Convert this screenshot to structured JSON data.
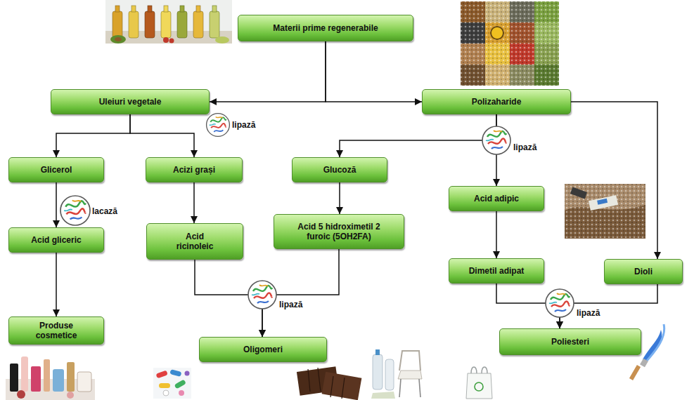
{
  "diagram": {
    "nodes": [
      {
        "text": [
          "Materii prime regenerabile"
        ]
      },
      {
        "text": [
          "Uleiuri vegetale"
        ]
      },
      {
        "text": [
          "Polizaharide"
        ]
      },
      {
        "text": [
          "Glicerol"
        ]
      },
      {
        "text": [
          "Acizi grași"
        ]
      },
      {
        "text": [
          "Glucoză"
        ]
      },
      {
        "text": [
          "Acid adipic"
        ]
      },
      {
        "text": [
          "Acid 5 hidroximetil 2 furoic (5OH2FA)"
        ]
      },
      {
        "text": [
          "Dimetil adipat"
        ]
      },
      {
        "text": [
          "Dioli"
        ]
      },
      {
        "text": [
          "Acid gliceric"
        ]
      },
      {
        "text": [
          "Acid ricinoleic"
        ]
      },
      {
        "text": [
          "Produse cosmetice"
        ]
      },
      {
        "text": [
          "Oligomeri"
        ]
      },
      {
        "text": [
          "Poliesteri"
        ]
      }
    ],
    "edges": [
      {
        "from": 0,
        "to": 1,
        "arrow": "to"
      },
      {
        "from": 0,
        "to": 2,
        "arrow": "to"
      },
      {
        "from": 1,
        "to": 3,
        "arrow": "to"
      },
      {
        "from": 1,
        "to": 4,
        "arrow": "to"
      },
      {
        "from": 2,
        "to": 5,
        "arrow": "to"
      },
      {
        "from": 2,
        "to": 6,
        "arrow": "to"
      },
      {
        "from": 2,
        "to": 9,
        "arrow": "to"
      },
      {
        "from": 3,
        "to": 10,
        "arrow": "to"
      },
      {
        "from": 10,
        "to": 12,
        "arrow": "to"
      },
      {
        "from": 4,
        "to": 11,
        "arrow": "to"
      },
      {
        "from": 5,
        "to": 7,
        "arrow": "to"
      },
      {
        "from": 6,
        "to": 8,
        "arrow": "to"
      },
      {
        "from": 11,
        "to": 13,
        "arrow": "to"
      },
      {
        "from": 7,
        "to": 13,
        "arrow": "to"
      },
      {
        "from": 8,
        "to": 14,
        "arrow": "to"
      },
      {
        "from": 9,
        "to": 14,
        "arrow": "to"
      }
    ],
    "labels": [
      "lipază",
      "lipază",
      "lacază",
      "lipază",
      "lipază"
    ]
  }
}
